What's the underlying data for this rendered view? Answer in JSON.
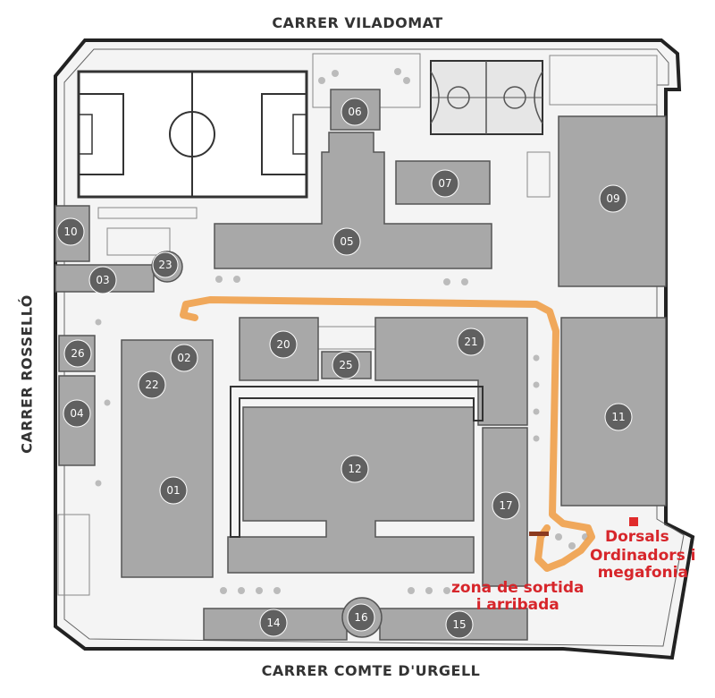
{
  "streets": {
    "north": "CARRER VILADOMAT",
    "south": "CARRER COMTE D'URGELL",
    "west": "CARRER ROSSELLÓ"
  },
  "buildings": [
    {
      "id": "b01",
      "label": "01"
    },
    {
      "id": "b02",
      "label": "02"
    },
    {
      "id": "b03",
      "label": "03"
    },
    {
      "id": "b04",
      "label": "04"
    },
    {
      "id": "b05",
      "label": "05"
    },
    {
      "id": "b06",
      "label": "06"
    },
    {
      "id": "b07",
      "label": "07"
    },
    {
      "id": "b09",
      "label": "09"
    },
    {
      "id": "b10",
      "label": "10"
    },
    {
      "id": "b11",
      "label": "11"
    },
    {
      "id": "b12",
      "label": "12"
    },
    {
      "id": "b14",
      "label": "14"
    },
    {
      "id": "b15",
      "label": "15"
    },
    {
      "id": "b16",
      "label": "16"
    },
    {
      "id": "b17",
      "label": "17"
    },
    {
      "id": "b20",
      "label": "20"
    },
    {
      "id": "b21",
      "label": "21"
    },
    {
      "id": "b22",
      "label": "22"
    },
    {
      "id": "b23",
      "label": "23"
    },
    {
      "id": "b25",
      "label": "25"
    },
    {
      "id": "b26",
      "label": "26"
    }
  ],
  "annotations": {
    "dorsals": "Dorsals",
    "ordinadors_line1": "Ordinadors i",
    "ordinadors_line2": "megafonia",
    "zona_line1": "zona de sortida",
    "zona_line2": "i arribada"
  },
  "colors": {
    "building_fill": "#a8a8a8",
    "building_stroke": "#555555",
    "route": "#f0a04a",
    "marker": "#e02b2b",
    "marker_text": "#d7262b",
    "circle_fill": "#606060"
  }
}
